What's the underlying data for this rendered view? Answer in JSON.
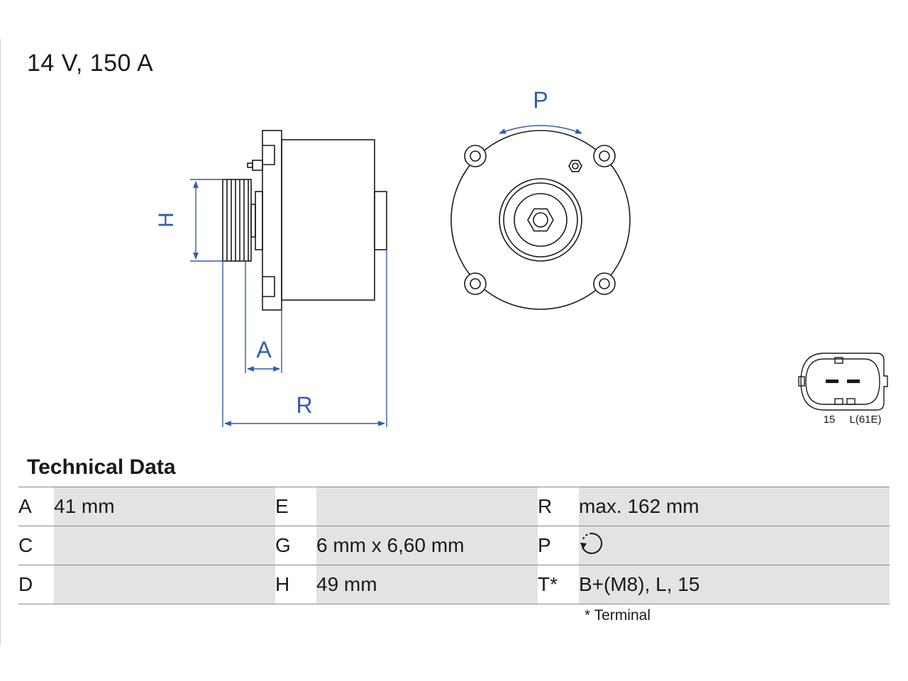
{
  "title": "14 V, 150 A",
  "drawing": {
    "dimension_labels": {
      "H": "H",
      "A": "A",
      "R": "R",
      "P": "P"
    },
    "connector_labels": [
      "15",
      "L(61E)"
    ],
    "line_color": "#1a1a1a",
    "dimension_color": "#2f5da8"
  },
  "technical_data": {
    "heading": "Technical Data",
    "rows": [
      [
        {
          "key": "A",
          "value": "41 mm"
        },
        {
          "key": "E",
          "value": ""
        },
        {
          "key": "R",
          "value": "max. 162 mm"
        }
      ],
      [
        {
          "key": "C",
          "value": ""
        },
        {
          "key": "G",
          "value": "6 mm x 6,60 mm"
        },
        {
          "key": "P",
          "value": "",
          "icon": "clockwise-rotation-icon"
        }
      ],
      [
        {
          "key": "D",
          "value": ""
        },
        {
          "key": "H",
          "value": "49 mm"
        },
        {
          "key": "T*",
          "value": "B+(M8), L, 15"
        }
      ]
    ],
    "footnote": "* Terminal"
  }
}
